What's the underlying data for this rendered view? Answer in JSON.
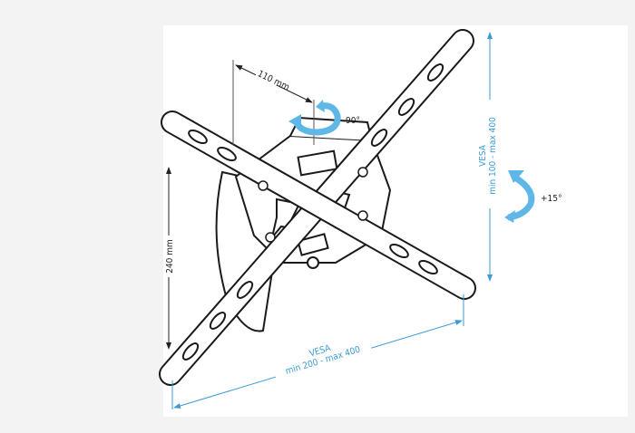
{
  "dimensions": {
    "hole_spacing": "110 mm",
    "vertical_spacing": "240 mm",
    "swivel": "90°",
    "tilt": "+15°"
  },
  "vesa_vertical": {
    "title": "VESA",
    "range": "min 100 - max 400"
  },
  "vesa_horizontal": {
    "title": "VESA",
    "range": "min 200 - max 400"
  },
  "colors": {
    "accent": "#3a9bd5",
    "line": "#1a1a1a"
  }
}
